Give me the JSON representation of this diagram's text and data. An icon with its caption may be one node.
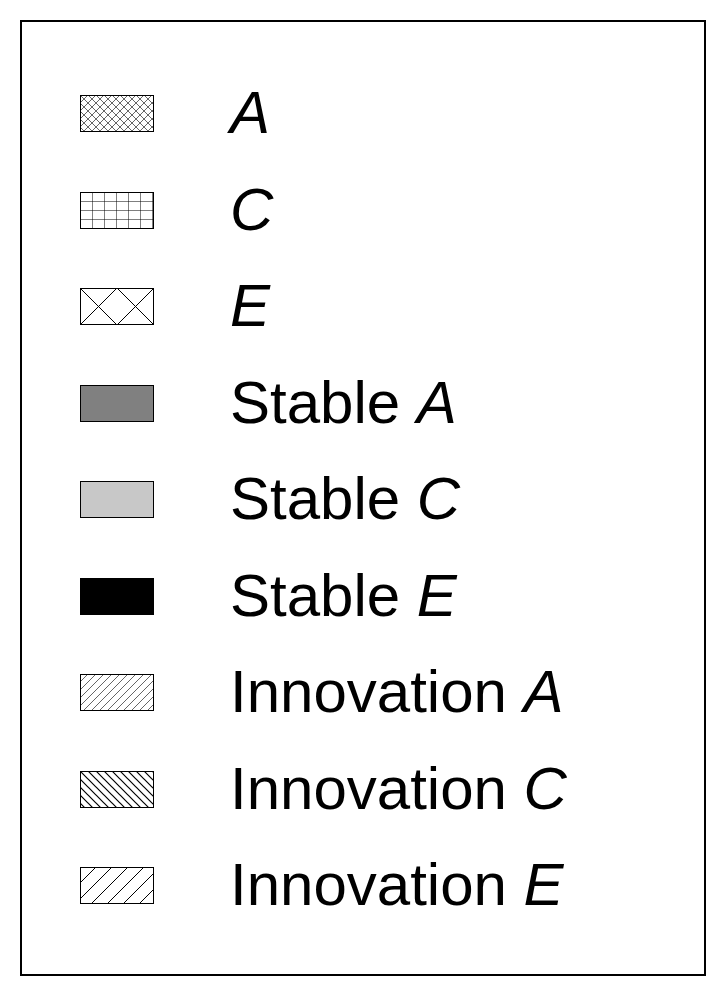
{
  "diagram": {
    "legend": [
      {
        "text": "A"
      },
      {
        "text": "C"
      },
      {
        "text": "E"
      },
      {
        "text": "Stable *A*",
        "color": "#808080"
      },
      {
        "text": "Stable *C*",
        "color": "#c8c8c8"
      },
      {
        "text": "Stable *E*",
        "color": "#000000"
      },
      {
        "text": "Innovation *A*"
      },
      {
        "text": "Innovation *C*"
      },
      {
        "text": "Innovation *E*"
      }
    ]
  }
}
